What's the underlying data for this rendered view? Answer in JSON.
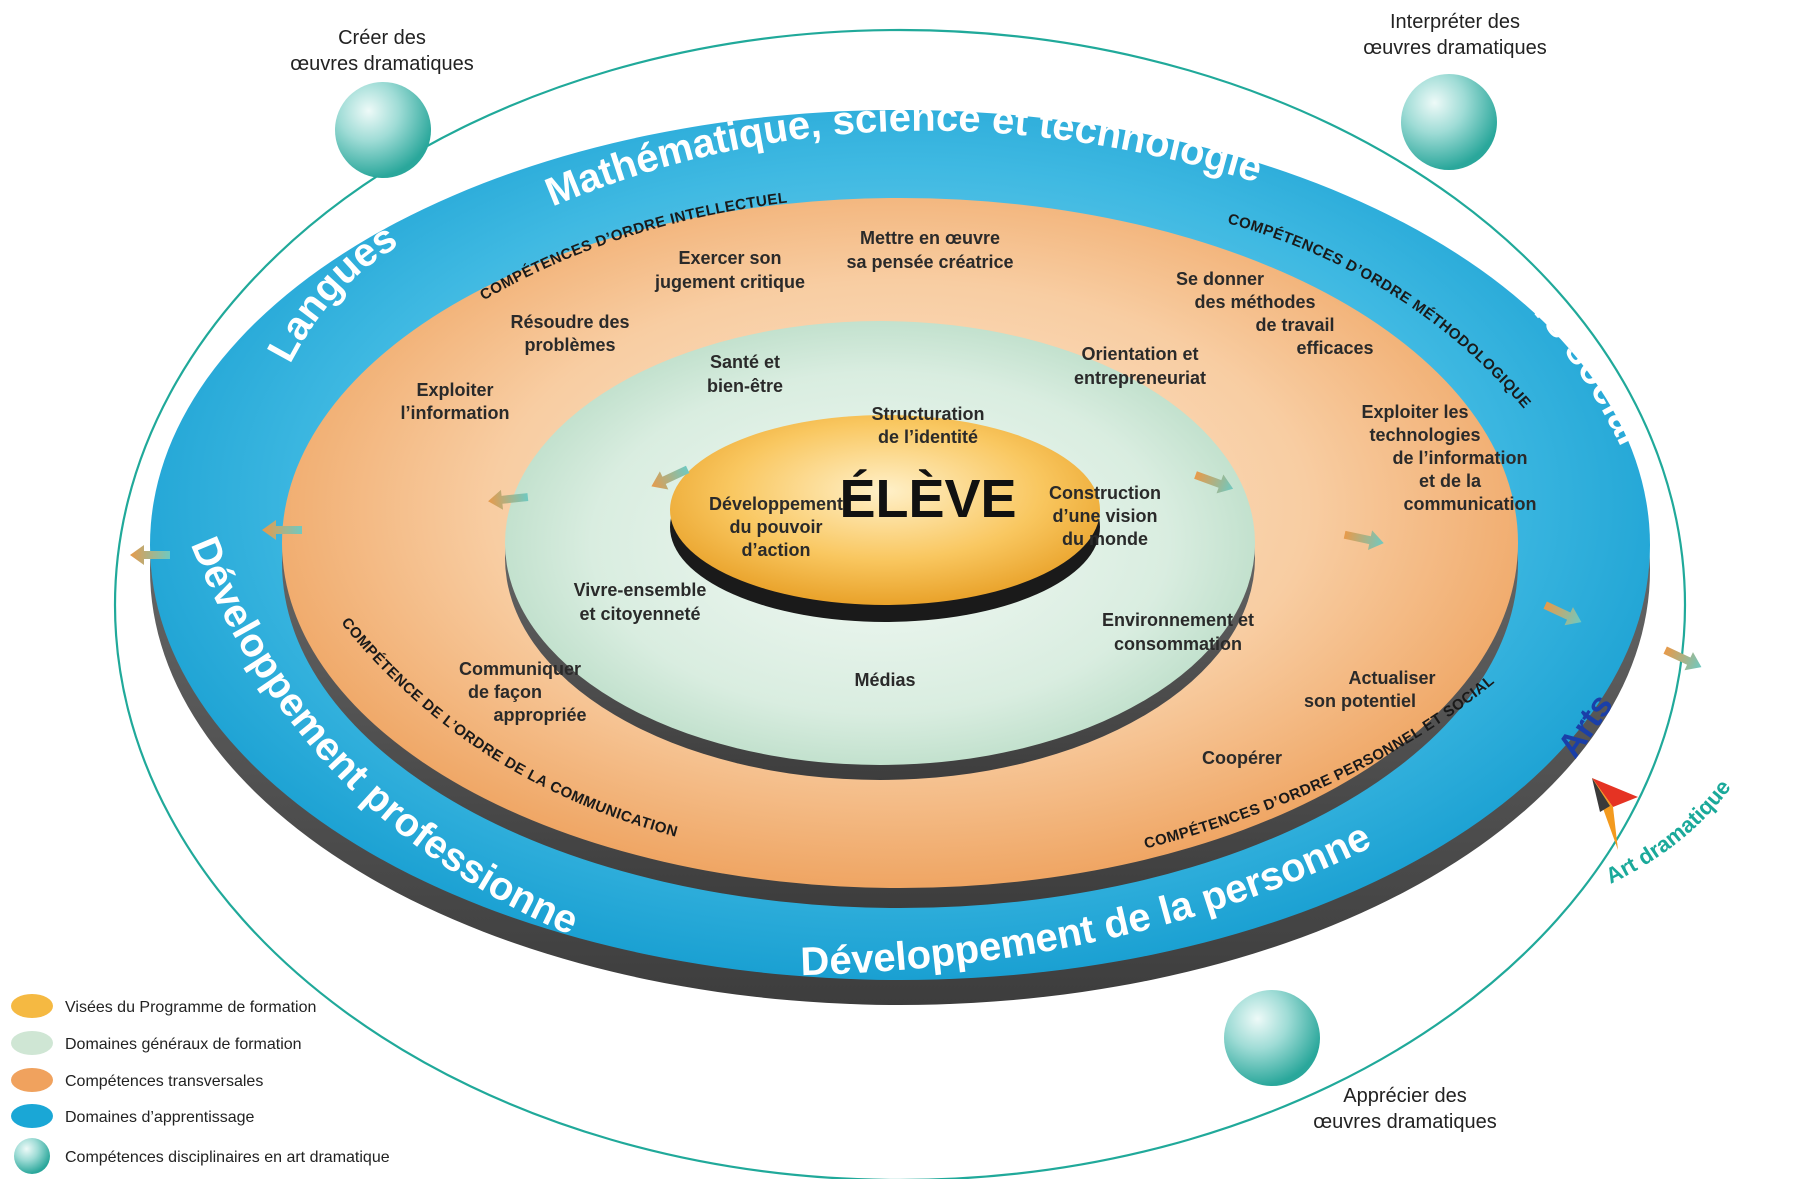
{
  "center": {
    "label": "ÉLÈVE"
  },
  "visees": [
    "Structuration",
    "de l’identité",
    "Développement",
    "du pouvoir",
    "d’action",
    "Construction",
    "d’une vision",
    "du monde"
  ],
  "general_domains": {
    "sante_1": "Santé et",
    "sante_2": "bien-être",
    "orientation_1": "Orientation et",
    "orientation_2": "entrepreneuriat",
    "vivre_1": "Vivre-ensemble",
    "vivre_2": "et citoyenneté",
    "environnement_1": "Environnement et",
    "environnement_2": "consommation",
    "medias": "Médias"
  },
  "cross_curricular": {
    "categories": {
      "intellectuel": "COMPÉTENCES D’ORDRE INTELLECTUEL",
      "methodologique": "COMPÉTENCES D’ORDRE MÉTHODOLOGIQUE",
      "personnel_social": "COMPÉTENCES D’ORDRE PERSONNEL ET SOCIAL",
      "communication": "COMPÉTENCE DE L’ORDRE DE LA COMMUNICATION"
    },
    "items": {
      "exercer_1": "Exercer son",
      "exercer_2": "jugement critique",
      "mettre_1": "Mettre en œuvre",
      "mettre_2": "sa pensée créatrice",
      "resoudre_1": "Résoudre des",
      "resoudre_2": "problèmes",
      "exploiter_info_1": "Exploiter",
      "exploiter_info_2": "l’information",
      "methodes_1": "Se donner",
      "methodes_2": "des méthodes",
      "methodes_3": "de travail",
      "methodes_4": "efficaces",
      "tic_1": "Exploiter les",
      "tic_2": "technologies",
      "tic_3": "de l’information",
      "tic_4": "et de la",
      "tic_5": "communication",
      "actualiser_1": "Actualiser",
      "actualiser_2": "son potentiel",
      "cooperer": "Coopérer",
      "communiquer_1": "Communiquer",
      "communiquer_2": "de façon",
      "communiquer_3": "appropriée"
    }
  },
  "learning_domains": {
    "math": "Mathématique, science et technologie",
    "langues": "Langues",
    "univers": "Univers social",
    "dev_pro": "Développement professionnel",
    "dev_personne": "Développement de la personne",
    "arts": "Arts"
  },
  "art_dramatique": "Art dramatique",
  "disciplinary": {
    "creer_1": "Créer des",
    "creer_2": "œuvres dramatiques",
    "interpreter_1": "Interpréter des",
    "interpreter_2": "œuvres dramatiques",
    "apprecier_1": "Apprécier des",
    "apprecier_2": "œuvres dramatiques"
  },
  "legend": [
    {
      "label": "Visées du Programme de formation",
      "color": "#f5b942"
    },
    {
      "label": "Domaines généraux de formation",
      "color": "#cfe6d4"
    },
    {
      "label": "Compétences transversales",
      "color": "#f0a25e"
    },
    {
      "label": "Domaines d’apprentissage",
      "color": "#1aa7d6"
    },
    {
      "label": "Compétences disciplinaires en art dramatique",
      "color": "#6fc9c1"
    }
  ],
  "colors": {
    "orbit": "#20a99a",
    "blue_ring": "#1aa7d6",
    "orange_ring": "#f6c49a",
    "green_disc": "#dcefe4",
    "center": "#f5b942"
  }
}
